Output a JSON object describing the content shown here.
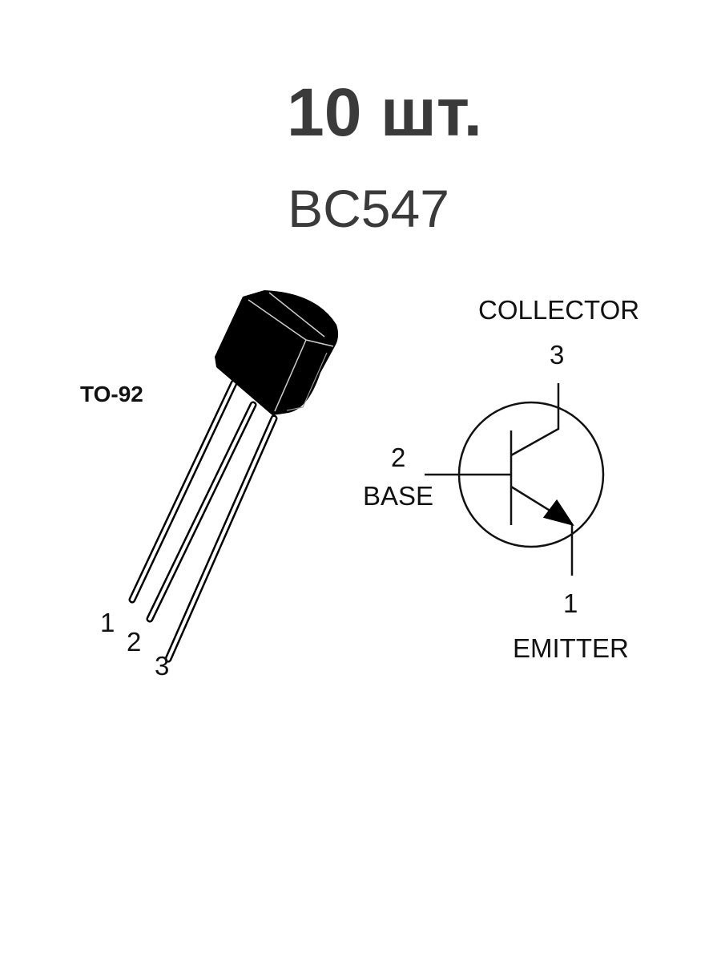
{
  "header": {
    "quantity": "10 шт.",
    "model": "BC547"
  },
  "package": {
    "name": "TO-92",
    "pins": [
      "1",
      "2",
      "3"
    ]
  },
  "schematic": {
    "collector_label": "COLLECTOR",
    "collector_pin": "3",
    "base_label": "BASE",
    "base_pin": "2",
    "emitter_label": "EMITTER",
    "emitter_pin": "1"
  },
  "colors": {
    "text": "#3a3a3a",
    "ink": "#000000"
  }
}
